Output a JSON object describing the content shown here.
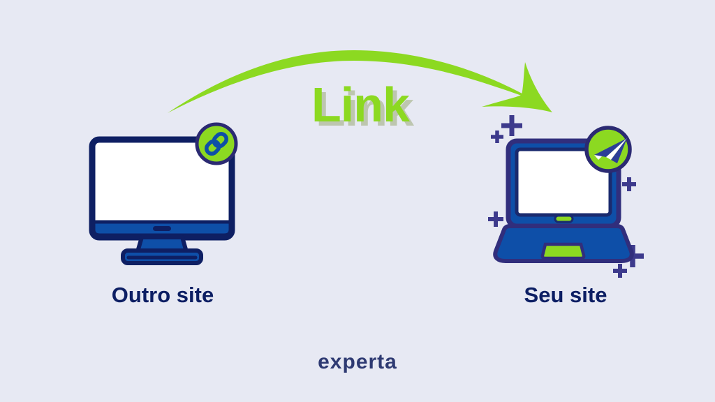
{
  "page": {
    "background_color": "#e7e9f3",
    "description": "Illustration of a link pointing from another website to your website"
  },
  "colors": {
    "accent_green": "#8cd921",
    "outline_navy": "#0e1f63",
    "fill_blue": "#0e4fa8",
    "laptop_outline_indigo": "#312e7c",
    "plus_indigo": "#3d3a8c",
    "badge_border_navy": "#2b2a72",
    "plane_navy": "#2c3e97",
    "label_navy": "#0c1e63",
    "logo_navy": "#2e3a72",
    "link_text_shadow": "#bdc6af",
    "screen_white": "#ffffff"
  },
  "arrow": {
    "label": "Link",
    "direction": "left-to-right"
  },
  "left_item": {
    "label": "Outro site",
    "illustration": "desktop-monitor",
    "badge_icon": "chain-link-icon"
  },
  "right_item": {
    "label": "Seu site",
    "illustration": "laptop",
    "badge_icon": "paper-plane-icon",
    "decorations": "plus-sparkles"
  },
  "footer": {
    "brand": "experta"
  }
}
